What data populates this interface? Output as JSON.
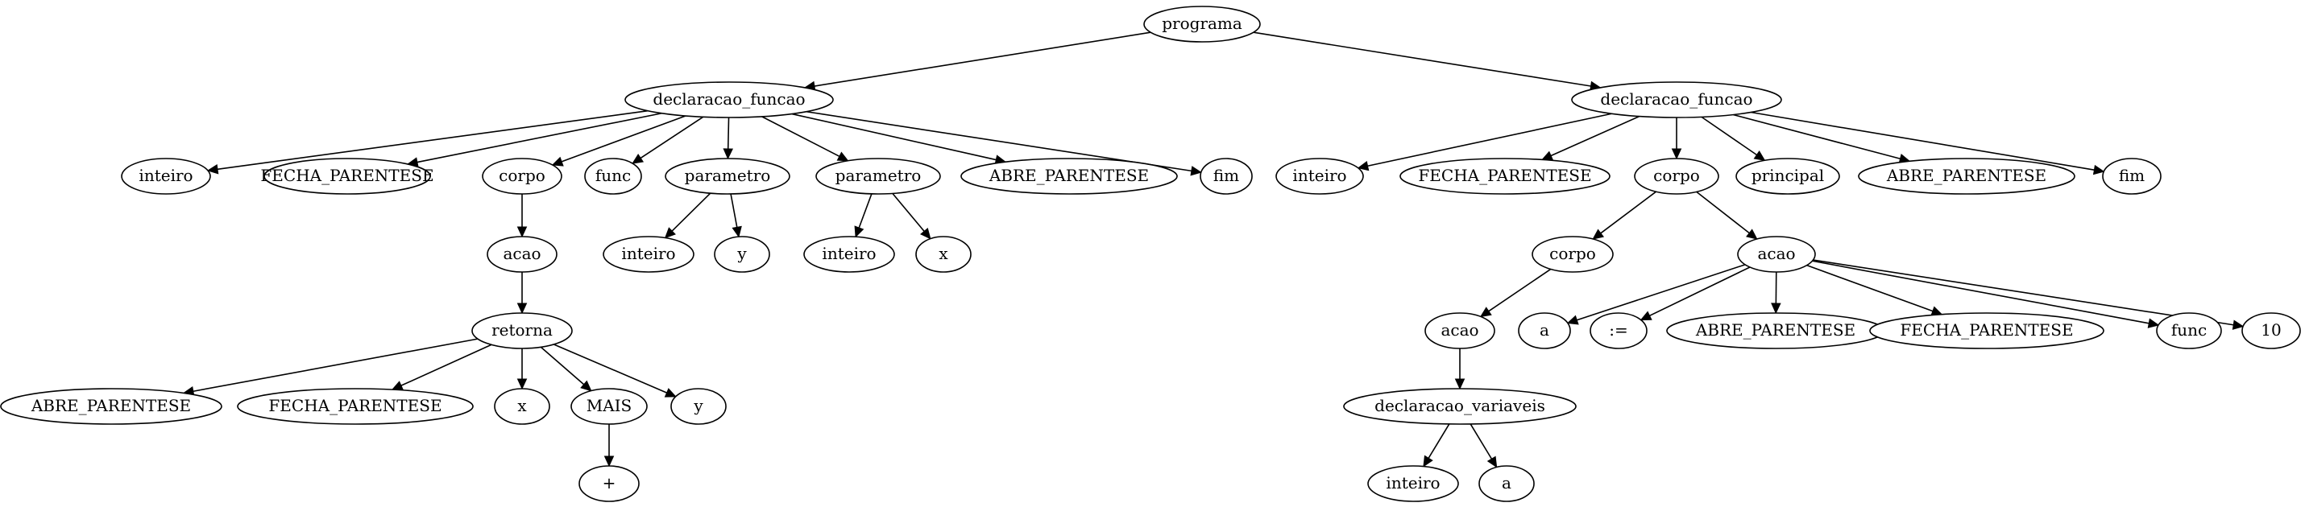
{
  "diagram": {
    "type": "parse-tree",
    "nodes": [
      {
        "id": "n0",
        "label": "programa"
      },
      {
        "id": "n1",
        "label": "declaracao_funcao"
      },
      {
        "id": "n2",
        "label": "inteiro"
      },
      {
        "id": "n3",
        "label": "FECHA_PARENTESE"
      },
      {
        "id": "n4",
        "label": "corpo"
      },
      {
        "id": "n5",
        "label": "func"
      },
      {
        "id": "n6",
        "label": "parametro"
      },
      {
        "id": "n7",
        "label": "parametro"
      },
      {
        "id": "n8",
        "label": "ABRE_PARENTESE"
      },
      {
        "id": "n9",
        "label": "fim"
      },
      {
        "id": "n10",
        "label": "acao"
      },
      {
        "id": "n11",
        "label": "retorna"
      },
      {
        "id": "n12",
        "label": "ABRE_PARENTESE"
      },
      {
        "id": "n13",
        "label": "FECHA_PARENTESE"
      },
      {
        "id": "n14",
        "label": "x"
      },
      {
        "id": "n15",
        "label": "MAIS"
      },
      {
        "id": "n16",
        "label": "y"
      },
      {
        "id": "n17",
        "label": "+"
      },
      {
        "id": "n18",
        "label": "inteiro"
      },
      {
        "id": "n19",
        "label": "y"
      },
      {
        "id": "n20",
        "label": "inteiro"
      },
      {
        "id": "n21",
        "label": "x"
      },
      {
        "id": "n22",
        "label": "declaracao_funcao"
      },
      {
        "id": "n23",
        "label": "inteiro"
      },
      {
        "id": "n24",
        "label": "FECHA_PARENTESE"
      },
      {
        "id": "n25",
        "label": "corpo"
      },
      {
        "id": "n26",
        "label": "principal"
      },
      {
        "id": "n27",
        "label": "ABRE_PARENTESE"
      },
      {
        "id": "n28",
        "label": "fim"
      },
      {
        "id": "n29",
        "label": "corpo"
      },
      {
        "id": "n30",
        "label": "acao"
      },
      {
        "id": "n31",
        "label": "acao"
      },
      {
        "id": "n32",
        "label": "declaracao_variaveis"
      },
      {
        "id": "n33",
        "label": "inteiro"
      },
      {
        "id": "n34",
        "label": "a"
      },
      {
        "id": "n35",
        "label": "a"
      },
      {
        "id": "n36",
        "label": ":="
      },
      {
        "id": "n37",
        "label": "ABRE_PARENTESE"
      },
      {
        "id": "n38",
        "label": "FECHA_PARENTESE"
      },
      {
        "id": "n39",
        "label": "func"
      },
      {
        "id": "n40",
        "label": "10"
      }
    ],
    "edges": [
      [
        "n0",
        "n1"
      ],
      [
        "n0",
        "n22"
      ],
      [
        "n1",
        "n2"
      ],
      [
        "n1",
        "n3"
      ],
      [
        "n1",
        "n4"
      ],
      [
        "n1",
        "n5"
      ],
      [
        "n1",
        "n6"
      ],
      [
        "n1",
        "n7"
      ],
      [
        "n1",
        "n8"
      ],
      [
        "n1",
        "n9"
      ],
      [
        "n4",
        "n10"
      ],
      [
        "n10",
        "n11"
      ],
      [
        "n11",
        "n12"
      ],
      [
        "n11",
        "n13"
      ],
      [
        "n11",
        "n14"
      ],
      [
        "n11",
        "n15"
      ],
      [
        "n11",
        "n16"
      ],
      [
        "n15",
        "n17"
      ],
      [
        "n6",
        "n18"
      ],
      [
        "n6",
        "n19"
      ],
      [
        "n7",
        "n20"
      ],
      [
        "n7",
        "n21"
      ],
      [
        "n22",
        "n23"
      ],
      [
        "n22",
        "n24"
      ],
      [
        "n22",
        "n25"
      ],
      [
        "n22",
        "n26"
      ],
      [
        "n22",
        "n27"
      ],
      [
        "n22",
        "n28"
      ],
      [
        "n25",
        "n29"
      ],
      [
        "n25",
        "n31"
      ],
      [
        "n29",
        "n30"
      ],
      [
        "n30",
        "n32"
      ],
      [
        "n32",
        "n33"
      ],
      [
        "n32",
        "n34"
      ],
      [
        "n31",
        "n35"
      ],
      [
        "n31",
        "n36"
      ],
      [
        "n31",
        "n37"
      ],
      [
        "n31",
        "n38"
      ],
      [
        "n31",
        "n39"
      ],
      [
        "n31",
        "n40"
      ]
    ]
  }
}
